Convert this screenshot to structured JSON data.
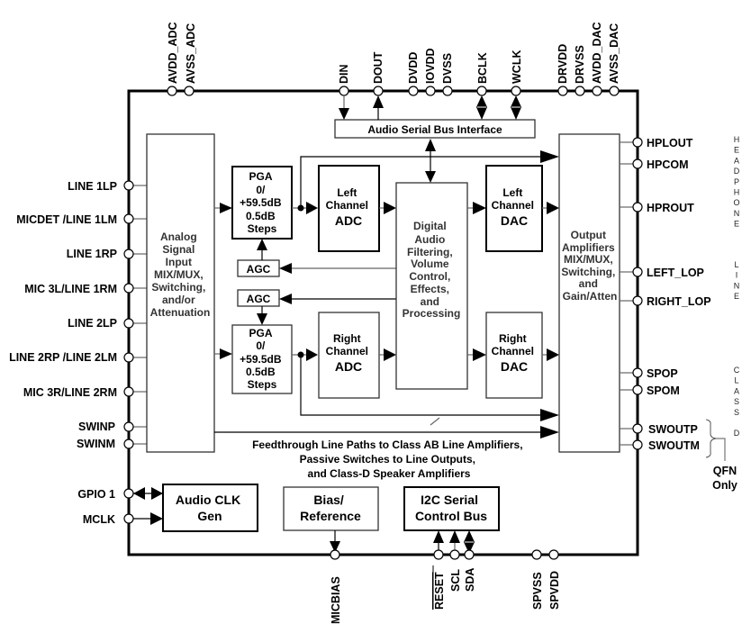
{
  "diagram": {
    "top_pins": [
      "AVDD_ADC",
      "AVSS_ADC",
      "DIN",
      "DOUT",
      "DVDD",
      "IOVDD",
      "DVSS",
      "BCLK",
      "WCLK",
      "DRVDD",
      "DRVSS",
      "AVDD_DAC",
      "AVSS_DAC"
    ],
    "left_pins": [
      "LINE 1LP",
      "MICDET /LINE 1LM",
      "LINE 1RP",
      "MIC 3L/LINE 1RM",
      "LINE 2LP",
      "LINE 2RP /LINE 2LM",
      "MIC 3R/LINE 2RM",
      "SWINP",
      "SWINM",
      "GPIO 1",
      "MCLK"
    ],
    "right_pins": [
      "HPLOUT",
      "HPCOM",
      "HPROUT",
      "LEFT_LOP",
      "RIGHT_LOP",
      "SPOP",
      "SPOM",
      "SWOUTP",
      "SWOUTM"
    ],
    "bottom_pins": [
      "MICBIAS",
      "RESET",
      "SCL",
      "SDA",
      "SPVSS",
      "SPVDD"
    ],
    "side_groups": {
      "headphone": "HEADPHONE",
      "line": "LINE",
      "class_d": "CLASS D"
    },
    "qfn_note": [
      "QFN",
      "Only"
    ],
    "blocks": {
      "audio_serial": "Audio Serial Bus Interface",
      "analog_input": [
        "Analog",
        "Signal",
        "Input",
        "MIX/MUX,",
        "Switching,",
        "and/or",
        "Attenuation"
      ],
      "pga_left": [
        "PGA",
        "0/",
        "+59.5dB",
        "0.5dB",
        "Steps"
      ],
      "pga_right": [
        "PGA",
        "0/",
        "+59.5dB",
        "0.5dB",
        "Steps"
      ],
      "agc_left": "AGC",
      "agc_right": "AGC",
      "left_adc": [
        "Left",
        "Channel",
        "ADC"
      ],
      "right_adc": [
        "Right",
        "Channel",
        "ADC"
      ],
      "dsp": [
        "Digital",
        "Audio",
        "Filtering,",
        "Volume",
        "Control,",
        "Effects,",
        "and",
        "Processing"
      ],
      "left_dac": [
        "Left",
        "Channel",
        "DAC"
      ],
      "right_dac": [
        "Right",
        "Channel",
        "DAC"
      ],
      "output_amps": [
        "Output",
        "Amplifiers",
        "MIX/MUX,",
        "Switching,",
        "and",
        "Gain/Atten"
      ],
      "audio_clk": [
        "Audio CLK",
        "Gen"
      ],
      "bias": [
        "Bias/",
        "Reference"
      ],
      "i2c": [
        "I2C Serial",
        "Control Bus"
      ]
    },
    "feedthrough_note": [
      "Feedthrough Line Paths to Class AB Line Amplifiers,",
      "Passive Switches to Line Outputs,",
      "and Class-D Speaker Amplifiers"
    ]
  }
}
